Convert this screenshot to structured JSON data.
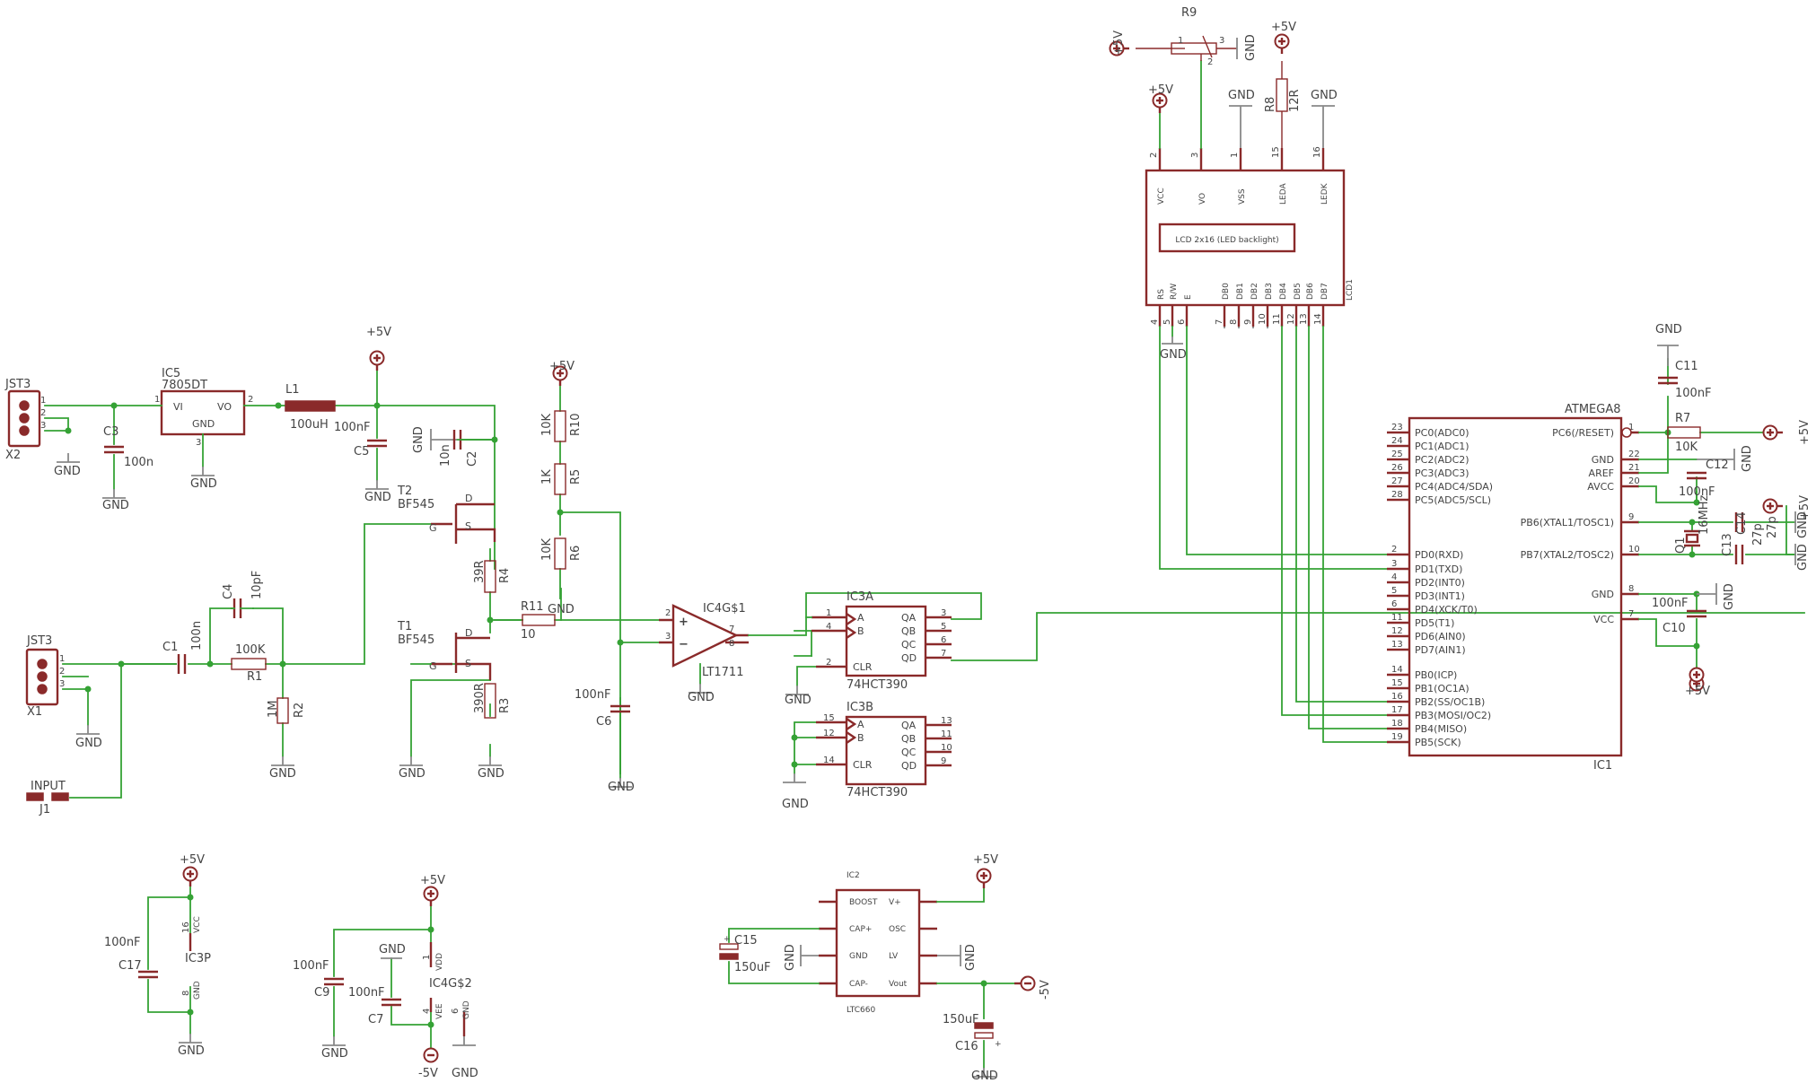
{
  "supplies": {
    "plus5v": "+5V",
    "minus5v": "-5V",
    "gnd": "GND"
  },
  "components": {
    "x2": {
      "name": "X2",
      "value": "JST3",
      "pins": [
        "1",
        "2",
        "3"
      ]
    },
    "x1": {
      "name": "X1",
      "value": "JST3",
      "pins": [
        "1",
        "2",
        "3"
      ]
    },
    "ic5": {
      "name": "IC5",
      "value": "7805DT",
      "vi": "VI",
      "vo": "VO",
      "gnd": "GND",
      "pin_vi": "1",
      "pin_vo": "2",
      "pin_gnd": "3"
    },
    "c3": {
      "name": "C3",
      "value": "100n"
    },
    "l1": {
      "name": "L1",
      "value": "100uH"
    },
    "c5": {
      "name": "C5",
      "value": "100nF"
    },
    "c2": {
      "name": "C2",
      "value": "10n"
    },
    "t2": {
      "name": "T2",
      "value": "BF545",
      "d": "D",
      "g": "G",
      "s": "S"
    },
    "t1": {
      "name": "T1",
      "value": "BF545",
      "d": "D",
      "g": "G",
      "s": "S"
    },
    "r4": {
      "name": "R4",
      "value": "39R"
    },
    "r3": {
      "name": "R3",
      "value": "390R"
    },
    "c4": {
      "name": "C4",
      "value": "10pF"
    },
    "c1": {
      "name": "C1",
      "value": "100n"
    },
    "r1": {
      "name": "R1",
      "value": "100K"
    },
    "r2": {
      "name": "R2",
      "value": "1M"
    },
    "j1": {
      "name": "J1",
      "value": "INPUT"
    },
    "r10": {
      "name": "R10",
      "value": "10K"
    },
    "r5": {
      "name": "R5",
      "value": "1K"
    },
    "r6": {
      "name": "R6",
      "value": "10K"
    },
    "r11": {
      "name": "R11",
      "value": "10"
    },
    "c6": {
      "name": "C6",
      "value": "100nF"
    },
    "ic4a": {
      "name": "IC4G$1",
      "value": "LT1711",
      "pin_plus": "2",
      "pin_minus": "3",
      "pin_q": "7",
      "pin_qn": "8"
    },
    "ic3a": {
      "name": "IC3A",
      "value": "74HCT390",
      "pins": {
        "a": "1",
        "b": "4",
        "clr": "2",
        "qa": "3",
        "qb": "5",
        "qc": "6",
        "qd": "7"
      }
    },
    "ic3b": {
      "name": "IC3B",
      "value": "74HCT390",
      "pins": {
        "a": "15",
        "b": "12",
        "clr": "14",
        "qa": "13",
        "qb": "11",
        "qc": "10",
        "qd": "9"
      }
    },
    "ic3_labels": {
      "a": "A",
      "b": "B",
      "clr": "CLR",
      "qa": "QA",
      "qb": "QB",
      "qc": "QC",
      "qd": "QD"
    },
    "r9": {
      "name": "R9",
      "pins": [
        "1",
        "2",
        "3"
      ]
    },
    "r8": {
      "name": "R8",
      "value": "12R"
    },
    "lcd1": {
      "name": "LCD1",
      "title": "LCD 2x16 (LED backlight)",
      "top_pins": [
        {
          "label": "VCC",
          "num": "2"
        },
        {
          "label": "VO",
          "num": "3"
        },
        {
          "label": "VSS",
          "num": "1"
        },
        {
          "label": "LEDA",
          "num": "15"
        },
        {
          "label": "LEDK",
          "num": "16"
        }
      ],
      "bottom_pins": [
        {
          "label": "RS",
          "num": "4"
        },
        {
          "label": "R/W",
          "num": "5"
        },
        {
          "label": "E",
          "num": "6"
        },
        {
          "label": "DB0",
          "num": "7"
        },
        {
          "label": "DB1",
          "num": "8"
        },
        {
          "label": "DB2",
          "num": "9"
        },
        {
          "label": "DB3",
          "num": "10"
        },
        {
          "label": "DB4",
          "num": "11"
        },
        {
          "label": "DB5",
          "num": "12"
        },
        {
          "label": "DB6",
          "num": "13"
        },
        {
          "label": "DB7",
          "num": "14"
        }
      ]
    },
    "ic1": {
      "name": "IC1",
      "value": "ATMEGA8",
      "left_pins": [
        {
          "label": "PC0(ADC0)",
          "num": "23"
        },
        {
          "label": "PC1(ADC1)",
          "num": "24"
        },
        {
          "label": "PC2(ADC2)",
          "num": "25"
        },
        {
          "label": "PC3(ADC3)",
          "num": "26"
        },
        {
          "label": "PC4(ADC4/SDA)",
          "num": "27"
        },
        {
          "label": "PC5(ADC5/SCL)",
          "num": "28"
        },
        {
          "label": "PD0(RXD)",
          "num": "2"
        },
        {
          "label": "PD1(TXD)",
          "num": "3"
        },
        {
          "label": "PD2(INT0)",
          "num": "4"
        },
        {
          "label": "PD3(INT1)",
          "num": "5"
        },
        {
          "label": "PD4(XCK/T0)",
          "num": "6"
        },
        {
          "label": "PD5(T1)",
          "num": "11"
        },
        {
          "label": "PD6(AIN0)",
          "num": "12"
        },
        {
          "label": "PD7(AIN1)",
          "num": "13"
        },
        {
          "label": "PB0(ICP)",
          "num": "14"
        },
        {
          "label": "PB1(OC1A)",
          "num": "15"
        },
        {
          "label": "PB2(SS/OC1B)",
          "num": "16"
        },
        {
          "label": "PB3(MOSI/OC2)",
          "num": "17"
        },
        {
          "label": "PB4(MISO)",
          "num": "18"
        },
        {
          "label": "PB5(SCK)",
          "num": "19"
        }
      ],
      "right_pins": [
        {
          "label": "PC6(/RESET)",
          "num": "1"
        },
        {
          "label": "GND",
          "num": "22"
        },
        {
          "label": "AREF",
          "num": "21"
        },
        {
          "label": "AVCC",
          "num": "20"
        },
        {
          "label": "PB6(XTAL1/TOSC1)",
          "num": "9"
        },
        {
          "label": "PB7(XTAL2/TOSC2)",
          "num": "10"
        },
        {
          "label": "GND",
          "num": "8"
        },
        {
          "label": "VCC",
          "num": "7"
        }
      ]
    },
    "c11": {
      "name": "C11",
      "value": "100nF"
    },
    "r7": {
      "name": "R7",
      "value": "10K"
    },
    "c12": {
      "name": "C12",
      "value": "100nF"
    },
    "q1": {
      "name": "Q1",
      "value": "16MHz"
    },
    "c13": {
      "name": "C13",
      "value": "27p"
    },
    "c14": {
      "name": "C14",
      "value": "27p"
    },
    "c10": {
      "name": "C10",
      "value": "100nF"
    },
    "c17": {
      "name": "C17",
      "value": "100nF"
    },
    "ic3p": {
      "name": "IC3P",
      "vcc": "VCC",
      "gnd": "GND",
      "pin_vcc": "16",
      "pin_gnd": "8"
    },
    "c9": {
      "name": "C9",
      "value": "100nF"
    },
    "c7": {
      "name": "C7",
      "value": "100nF"
    },
    "ic4b": {
      "name": "IC4G$2",
      "vdd": "VDD",
      "vee": "VEE",
      "gnd": "GND",
      "pin_vdd": "1",
      "pin_vee": "4",
      "pin_gnd": "6"
    },
    "ic2": {
      "name": "IC2",
      "value": "LTC660",
      "left_pins": [
        "BOOST",
        "CAP+",
        "GND",
        "CAP-"
      ],
      "right_pins": [
        "V+",
        "OSC",
        "LV",
        "Vout"
      ]
    },
    "c15": {
      "name": "C15",
      "value": "150uF"
    },
    "c16": {
      "name": "C16",
      "value": "150uF"
    }
  }
}
